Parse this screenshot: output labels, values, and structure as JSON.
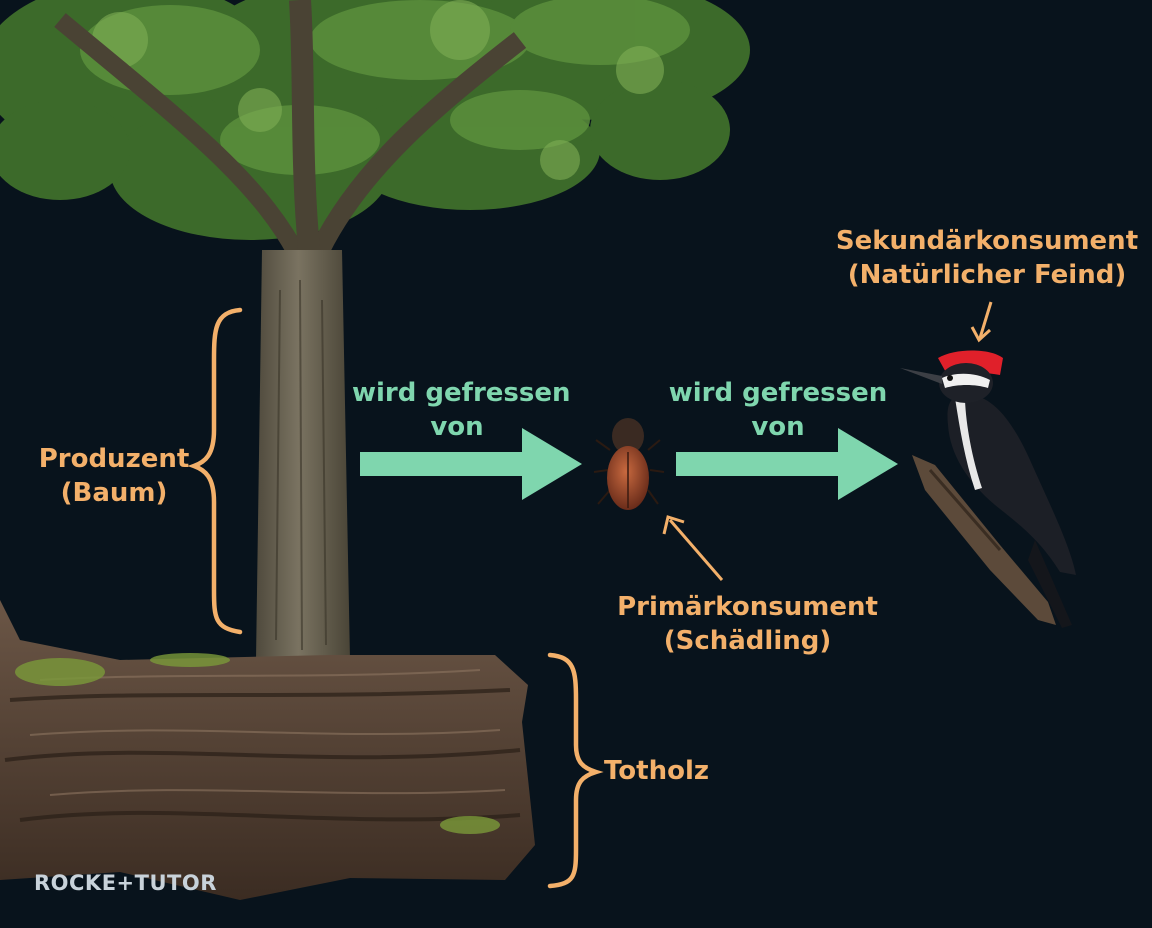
{
  "nodes": {
    "producer": {
      "line1": "Produzent",
      "line2": "(Baum)"
    },
    "primary_consumer": {
      "line1": "Primärkonsument",
      "line2": "(Schädling)"
    },
    "secondary_consumer": {
      "line1": "Sekundärkonsument",
      "line2": "(Natürlicher Feind)"
    },
    "deadwood": {
      "label": "Totholz"
    }
  },
  "edges": [
    {
      "from": "Produzent (Baum)",
      "to": "Primärkonsument (Schädling)",
      "line1": "wird gefressen",
      "line2": "von"
    },
    {
      "from": "Primärkonsument (Schädling)",
      "to": "Sekundärkonsument (Natürlicher Feind)",
      "line1": "wird gefressen",
      "line2": "von"
    }
  ],
  "logo": {
    "text": "ROCKE+TUTOR"
  },
  "colors": {
    "background": "#08131c",
    "label_orange": "#f3b06a",
    "arrow_green": "#7fd6ae",
    "bird_crest": "#e0202a"
  },
  "icons": [
    "tree-image",
    "log-image",
    "beetle-image",
    "woodpecker-image"
  ]
}
